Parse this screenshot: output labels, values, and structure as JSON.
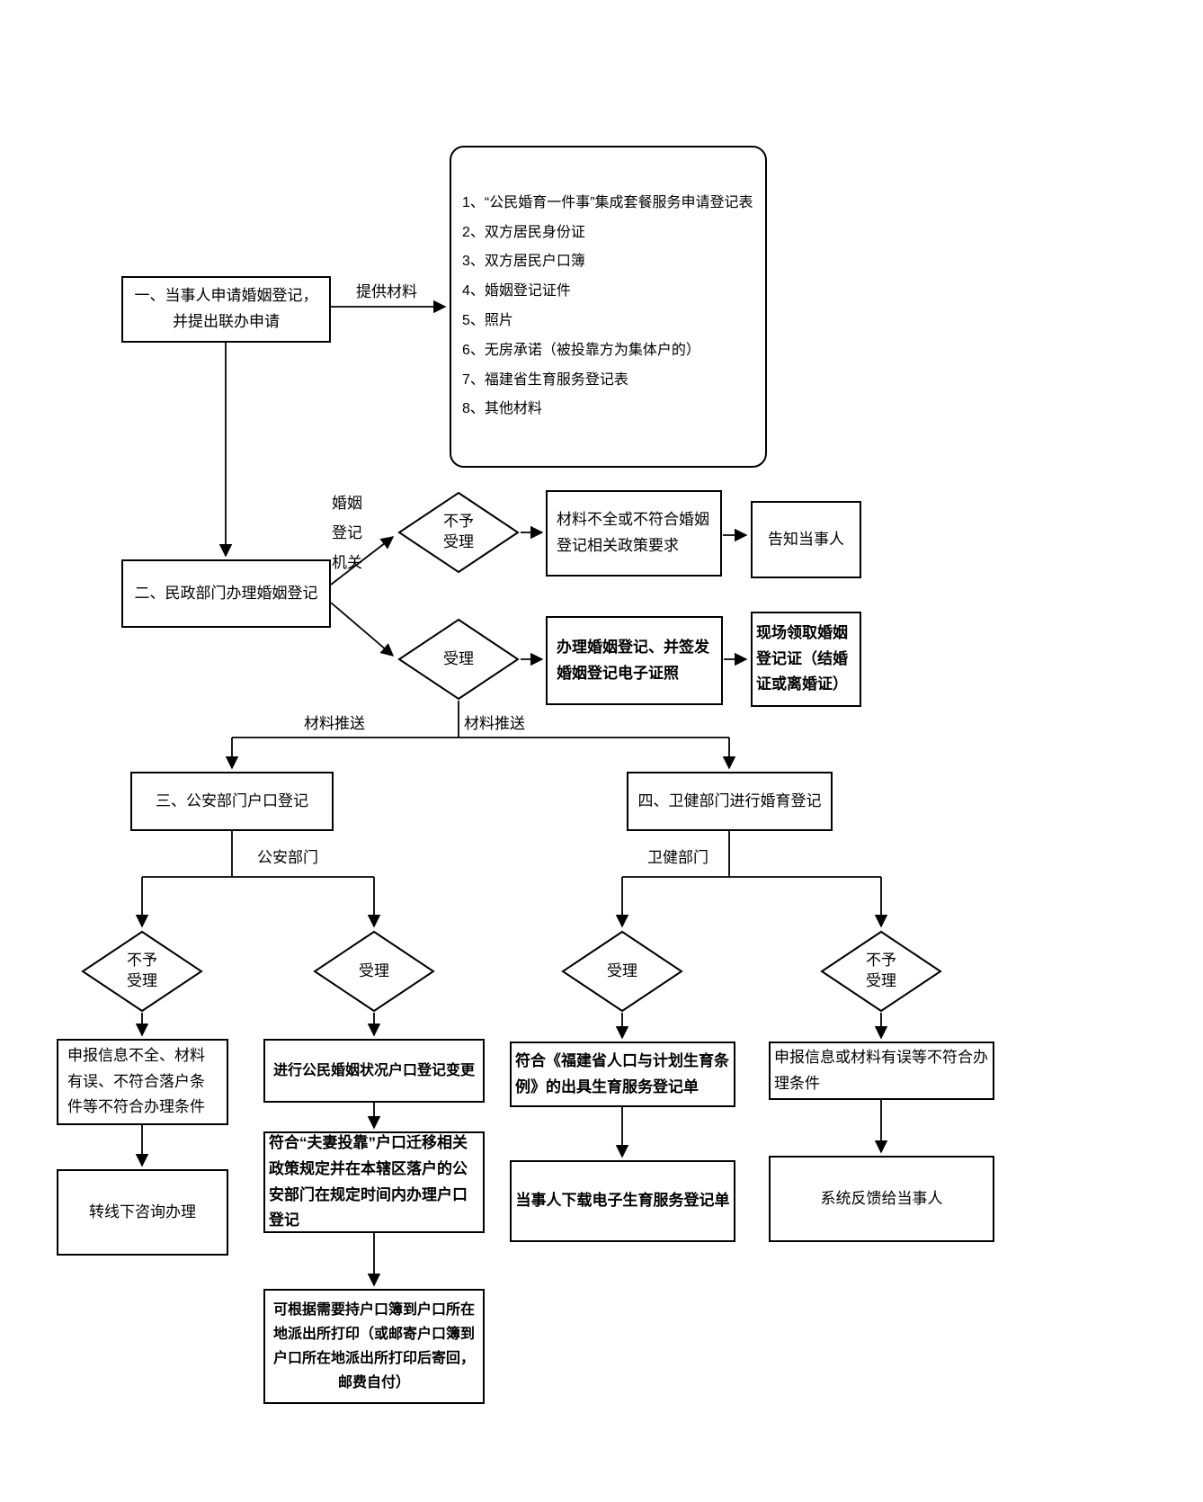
{
  "page": {
    "background": "#ffffff",
    "line_color": "#000000"
  },
  "materials": {
    "items": [
      "1、“公民婚育一件事”集成套餐服务申请登记表",
      "2、双方居民身份证",
      "3、双方居民户口簿",
      "4、婚姻登记证件",
      "5、照片",
      "6、无房承诺（被投靠方为集体户的）",
      "7、福建省生育服务登记表",
      "8、其他材料"
    ]
  },
  "steps": {
    "step1": "一、当事人申请婚姻登记，并提出联办申请",
    "step2": "二、民政部门办理婚姻登记",
    "step3": "三、公安部门户口登记",
    "step4": "四、卫健部门进行婚育登记"
  },
  "decisions": {
    "accept": "受理",
    "reject": "不予\n受理"
  },
  "civil_affairs": {
    "reject_reason": "材料不全或不符合婚姻登记相关政策要求",
    "reject_result": "告知当事人",
    "accept_action": "办理婚姻登记、并签发婚姻登记电子证照",
    "accept_result": "现场领取婚姻登记证（结婚证或离婚证）"
  },
  "public_security": {
    "reject_reason": "申报信息不全、材料有误、不符合落户条件等不符合办理条件",
    "reject_result": "转线下咨询办理",
    "accept_action": "进行公民婚姻状况户口登记变更",
    "accept_followup": "符合“夫妻投靠”户口迁移相关政策规定并在本辖区落户的公安部门在规定时间内办理户口登记",
    "accept_print": "可根据需要持户口簿到户口所在地派出所打印（或邮寄户口簿到户口所在地派出所打印后寄回，邮费自付）"
  },
  "health": {
    "accept_action": "符合《福建省人口与计划生育条例》的出具生育服务登记单",
    "accept_result": "当事人下载电子生育服务登记单",
    "reject_reason": "申报信息或材料有误等不符合办理条件",
    "reject_result": "系统反馈给当事人"
  },
  "edge_labels": {
    "provide_materials": "提供材料",
    "marriage_registry_office": "婚姻\n登记\n机关",
    "material_push_left": "材料推送",
    "material_push_right": "材料推送",
    "public_security_dept": "公安部门",
    "health_dept": "卫健部门"
  }
}
